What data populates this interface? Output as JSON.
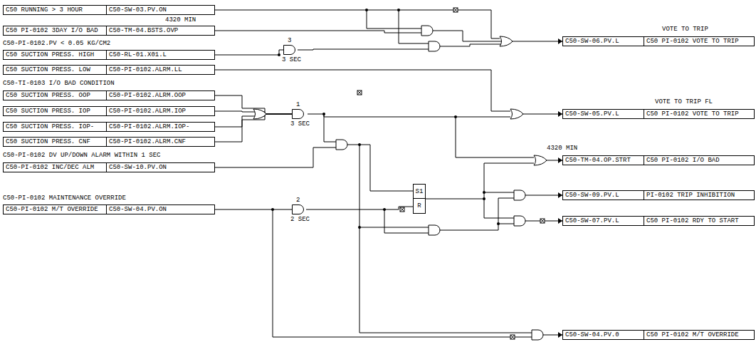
{
  "diagram": {
    "nodes": [
      {
        "text": [
          "C50 RUNNING > 3 HOUR",
          "C50-SW-03.PV.ON"
        ]
      },
      {
        "text": [
          "C50 PI-0102 3DAY I/O BAD",
          "C50-TM-04.BSTS.OVP"
        ]
      },
      {
        "text": [
          "C50 SUCTION PRESS. HIGH",
          "C50-RL-01.X01.L"
        ]
      },
      {
        "text": [
          "C50 SUCTION PRESS. LOW",
          "C50-PI-0102.ALRM.LL"
        ]
      },
      {
        "text": [
          "C50 SUCTION PRESS. OOP",
          "C50-PI-0102.ALRM.OOP"
        ]
      },
      {
        "text": [
          "C50 SUCTION PRESS. IOP",
          "C50-PI-0102.ALRM.IOP"
        ]
      },
      {
        "text": [
          "C50 SUCTION PRESS. IOP-",
          "C50-PI-0102.ALRM.IOP-"
        ]
      },
      {
        "text": [
          "C50 SUCTION PRESS. CNF",
          "C50-PI-0102.ALRM.CNF"
        ]
      },
      {
        "text": [
          "C50-PI-0102 INC/DEC ALM",
          "C50-SW-10.PV.ON"
        ]
      },
      {
        "text": [
          "C50-PI-0102 M/T OVERRIDE",
          "C50-SW-04.PV.ON"
        ]
      },
      {
        "text": [
          "3",
          "3 SEC"
        ]
      },
      {
        "text": [
          "1",
          "3 SEC"
        ]
      },
      {
        "text": [
          "2",
          "2 SEC"
        ]
      },
      {
        "text": [
          "S1",
          "R"
        ]
      },
      {
        "text": [
          "C50-SW-06.PV.L",
          "C50 PI-0102 VOTE TO TRIP"
        ]
      },
      {
        "text": [
          "C50-SW-05.PV.L",
          "C50 PI-0102 VOTE TO TRIP"
        ]
      },
      {
        "text": [
          "C50-TM-04.OP.STRT",
          "C50 PI-0102 I/O BAD"
        ]
      },
      {
        "text": [
          "C50-SW-09.PV.L",
          "PI-0102 TRIP INHIBITION"
        ]
      },
      {
        "text": [
          "C50-SW-07.PV.L",
          "C50 PI-0102 RDY TO START"
        ]
      },
      {
        "text": [
          "C50-SW-04.PV.0",
          "C50 PI-0102 M/T OVERRIDE"
        ]
      }
    ],
    "edges": [
      {
        "from": 4,
        "to": 11,
        "arrow": "none"
      },
      {
        "from": 5,
        "to": 11,
        "arrow": "none"
      },
      {
        "from": 6,
        "to": 11,
        "arrow": "none"
      },
      {
        "from": 7,
        "to": 11,
        "arrow": "none"
      },
      {
        "from": 9,
        "to": 12,
        "arrow": "none"
      },
      {
        "from": 2,
        "to": 10,
        "arrow": "none"
      },
      {
        "from": 12,
        "to": 13,
        "arrow": "none"
      }
    ],
    "labels": [
      "4320 MIN",
      "C50-PI-0102.PV < 0.05 KG/CM2",
      "C50-TI-0103 I/O BAD CONDITION",
      "C50-PI-0102 DV UP/DOWN ALARM WITHIN 1 SEC",
      "C50-PI-0102 MAINTENANCE OVERRIDE",
      "VOTE TO TRIP",
      "VOTE TO TRIP FL",
      "4320 MIN"
    ]
  }
}
